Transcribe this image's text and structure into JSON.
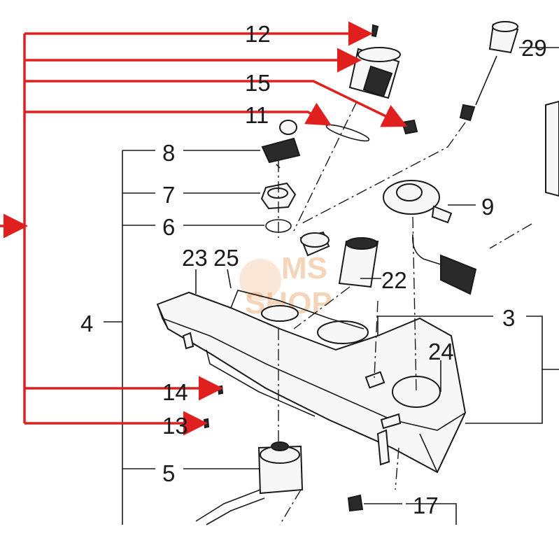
{
  "diagram": {
    "callouts": {
      "c12": "12",
      "c15": "15",
      "c11": "11",
      "c29": "29",
      "c8": "8",
      "c7": "7",
      "c6": "6",
      "c9": "9",
      "c23": "23",
      "c25": "25",
      "c22": "22",
      "c4": "4",
      "c3": "3",
      "c24": "24",
      "c14": "14",
      "c13": "13",
      "c5": "5",
      "c17": "17"
    },
    "watermark": {
      "line1": "MS",
      "line2": "SHOP"
    },
    "colors": {
      "arrow": "#e01f1f",
      "line": "#1a1a1a",
      "watermark": "#e58a3a"
    }
  }
}
